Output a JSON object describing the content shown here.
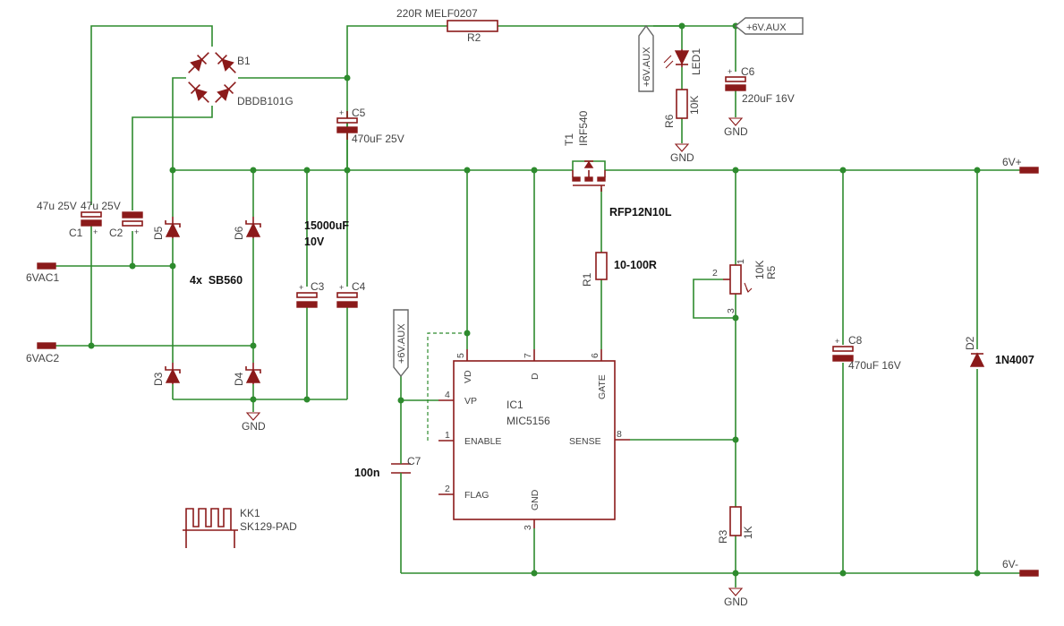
{
  "labels": {
    "r2_value": "220R MELF0207",
    "r2_name": "R2",
    "aux_flag_top": "+6V.AUX",
    "aux_flag_right": "+6V.AUX",
    "aux_flag_ic": "+6V.AUX",
    "led1": "LED1",
    "r6": "R6",
    "r6_value": "10K",
    "c6": "C6",
    "c6_value": "220uF 16V",
    "gnd_c6": "GND",
    "gnd_r6": "GND",
    "b1": "B1",
    "b1_value": "DBDB101G",
    "c5": "C5",
    "c5_value": "470uF 25V",
    "t1": "T1",
    "t1_value": "IRF540",
    "t1_note": "RFP12N10L",
    "out_pos": "6V+",
    "out_neg": "6V-",
    "c1_value": "47u 25V",
    "c2_value": "47u 25V",
    "c1": "C1",
    "c2": "C2",
    "d5": "D5",
    "d6": "D6",
    "d3": "D3",
    "d4": "D4",
    "bulk_cap_1": "15000uF",
    "bulk_cap_2": "10V",
    "diode_note": "4x  SB560",
    "c3": "C3",
    "c4": "C4",
    "r1": "R1",
    "r1_value": "10-100R",
    "r5": "R5",
    "r5_value": "10K",
    "vac1": "6VAC1",
    "vac2": "6VAC2",
    "gnd_bridge": "GND",
    "ic1": "IC1",
    "ic1_value": "MIC5156",
    "c8": "C8",
    "c8_value": "470uF 16V",
    "d2": "D2",
    "d2_value": "1N4007",
    "c7": "C7",
    "c7_value": "100n",
    "kk1": "KK1",
    "kk1_value": "SK129-PAD",
    "r3": "R3",
    "r3_value": "1K",
    "gnd_bottom": "GND"
  },
  "ic_pins": {
    "vd": "VD",
    "d": "D",
    "gate": "GATE",
    "vp": "VP",
    "enable": "ENABLE",
    "sense": "SENSE",
    "flag": "FLAG",
    "gnd": "GND",
    "n5": "5",
    "n7": "7",
    "n6": "6",
    "n4": "4",
    "n1": "1",
    "n8": "8",
    "n2": "2",
    "n3": "3"
  },
  "pot_pins": {
    "p1": "1",
    "p2": "2",
    "p3": "3"
  }
}
